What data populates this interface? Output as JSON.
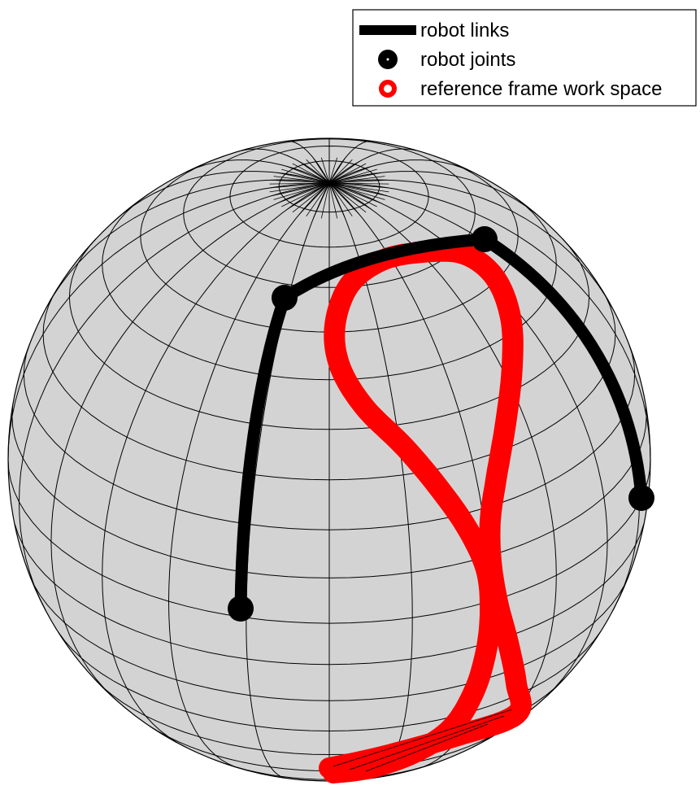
{
  "colors": {
    "sphere_fill": "#d3d3d3",
    "mesh_line": "#000000",
    "robot": "#000000",
    "reference": "#ff0000",
    "legend_border": "#000000",
    "background": "#ffffff"
  },
  "legend": {
    "placement": "top-right",
    "items": [
      {
        "label": "robot links",
        "marker": "thick-line"
      },
      {
        "label": "robot joints",
        "marker": "filled-circle"
      },
      {
        "label": "reference frame work space",
        "marker": "open-circle"
      }
    ]
  }
}
